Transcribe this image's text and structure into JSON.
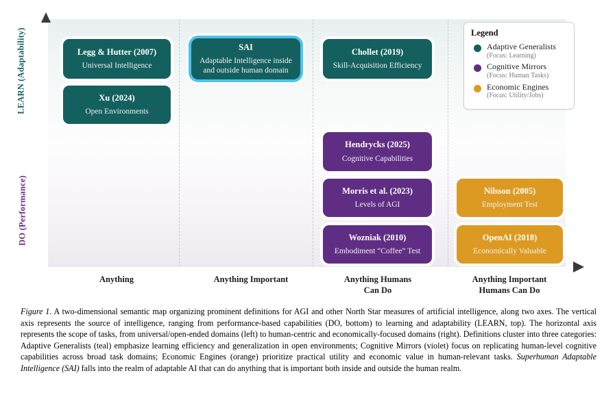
{
  "figure": {
    "axes": {
      "y_top_label": "LEARN (Adaptability)",
      "y_bottom_label": "DO (Performance)",
      "y_top_color": "#156160",
      "y_bottom_color": "#6c2d8f",
      "x_ticks": [
        "Anything",
        "Anything Important",
        "Anything Humans\nCan Do",
        "Anything Important\nHumans Can Do"
      ],
      "x_tick_1": "Anything",
      "x_tick_2": "Anything Important",
      "x_tick_3_line1": "Anything Humans",
      "x_tick_3_line2": "Can Do",
      "x_tick_4_line1": "Anything Important",
      "x_tick_4_line2": "Humans Can Do"
    },
    "colors": {
      "teal": "#14605e",
      "violet": "#5f2e84",
      "orange": "#dd9a22",
      "highlight_border": "#4cc3f0"
    },
    "cards": [
      {
        "title": "Legg & Hutter (2007)",
        "subtitle": "Universal Intelligence",
        "category": "teal"
      },
      {
        "title": "Xu (2024)",
        "subtitle": "Open Environments",
        "category": "teal"
      },
      {
        "title": "SAI",
        "subtitle": "Adaptable Intelligence inside and outside human domain",
        "subtitle_line1": "Adaptable Intelligence inside",
        "subtitle_line2": "and outside human domain",
        "category": "teal",
        "highlighted": true
      },
      {
        "title": "Chollet (2019)",
        "subtitle": "Skill-Acquisition Efficiency",
        "category": "teal"
      },
      {
        "title": "Hendrycks (2025)",
        "subtitle": "Cognitive Capabilities",
        "category": "violet"
      },
      {
        "title": "Morris et al. (2023)",
        "subtitle": "Levels of AGI",
        "category": "violet"
      },
      {
        "title": "Wozniak (2010)",
        "subtitle": "Embodiment “Coffee” Test",
        "category": "violet"
      },
      {
        "title": "Nilsson (2005)",
        "subtitle": "Employment Test",
        "category": "orange"
      },
      {
        "title": "OpenAI (2018)",
        "subtitle": "Economically Valuable",
        "category": "orange"
      }
    ],
    "legend": {
      "title": "Legend",
      "entries": [
        {
          "label": "Adaptive Generalists",
          "focus": "(Focus: Learning)",
          "color": "#14605e"
        },
        {
          "label": "Cognitive Mirrors",
          "focus": "(Focus: Human Tasks)",
          "color": "#5f2e84"
        },
        {
          "label": "Economic Engines",
          "focus": "(Focus: Utility/Jobs)",
          "color": "#dd9a22"
        }
      ]
    }
  },
  "caption": {
    "figure_number": "Figure 1.",
    "body_part1": " A two-dimensional semantic map organizing prominent definitions for AGI and other North Star measures of artificial intelligence, along two axes. The vertical axis represents the source of intelligence, ranging from performance-based capabilities (DO, bottom) to learning and adaptability (LEARN, top). The horizontal axis represents the scope of tasks, from universal/open-ended domains (left) to human-centric and economically-focused domains (right). Definitions cluster into three categories: Adaptive Generalists (teal) emphasize learning efficiency and generalization in open environments; Cognitive Mirrors (violet) focus on replicating human-level cognitive capabilities across broad task domains; Economic Engines (orange) prioritize practical utility and economic value in human-relevant tasks. ",
    "sai_emphasis": "Superhuman Adaptable Intelligence (SAI)",
    "body_part2": " falls into the realm of adaptable AI that can do anything that is important both inside and outside the human realm."
  }
}
